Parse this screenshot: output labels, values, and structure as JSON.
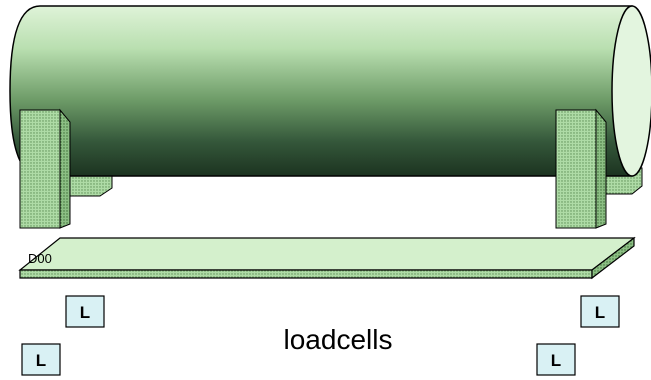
{
  "diagram": {
    "platform_label": "D00",
    "caption": "loadcells",
    "loadcells": [
      {
        "label": "L"
      },
      {
        "label": "L"
      },
      {
        "label": "L"
      },
      {
        "label": "L"
      }
    ],
    "colors": {
      "cylinder_light": "#d6efcf",
      "cylinder_dark": "#1f3e22",
      "end_cap": "#e3f5df",
      "saddle": "#a9d9a2",
      "platform": "#d4f0cc",
      "loadcell_fill": "#d9f1f4"
    }
  }
}
